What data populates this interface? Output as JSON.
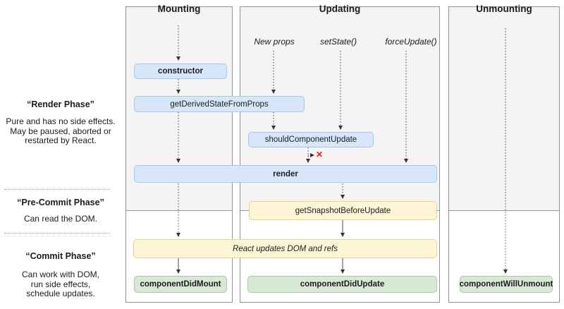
{
  "columns": [
    {
      "id": "mounting",
      "title": "Mounting"
    },
    {
      "id": "updating",
      "title": "Updating",
      "triggers": [
        "New props",
        "setState()",
        "forceUpdate()"
      ]
    },
    {
      "id": "unmounting",
      "title": "Unmounting"
    }
  ],
  "phases": [
    {
      "title": "“Render Phase”",
      "lines": [
        "Pure and has no side effects.",
        "May be paused, aborted or",
        "restarted by React."
      ]
    },
    {
      "title": "“Pre-Commit Phase”",
      "lines": [
        "Can read the DOM."
      ]
    },
    {
      "title": "“Commit Phase”",
      "lines": [
        "Can work with DOM,",
        "run side effects,",
        "schedule updates."
      ]
    }
  ],
  "boxes": {
    "constructor": {
      "label": "constructor",
      "style": "blue"
    },
    "getDerivedStateFromProps": {
      "label": "getDerivedStateFromProps",
      "style": "blue"
    },
    "shouldComponentUpdate": {
      "label": "shouldComponentUpdate",
      "style": "blue"
    },
    "render": {
      "label": "render",
      "style": "blue"
    },
    "getSnapshotBeforeUpdate": {
      "label": "getSnapshotBeforeUpdate",
      "style": "yellow"
    },
    "reactUpdates": {
      "label": "React updates DOM and refs",
      "style": "yellow"
    },
    "componentDidMount": {
      "label": "componentDidMount",
      "style": "green"
    },
    "componentDidUpdate": {
      "label": "componentDidUpdate",
      "style": "green"
    },
    "componentWillUnmount": {
      "label": "componentWillUnmount",
      "style": "green"
    }
  },
  "icons": {
    "stop_x": "✕"
  },
  "colors": {
    "box_blue_fill": "#d7e7f9",
    "box_blue_border": "#a9c6e6",
    "box_yellow_fill": "#fdf5d6",
    "box_yellow_border": "#e9d48f",
    "box_green_fill": "#d7e8d5",
    "box_green_border": "#a8cba3",
    "panel_fill": "#f4f4f4",
    "panel_border": "#949494",
    "arrow": "#444444",
    "stop_x": "#e01b1b"
  }
}
